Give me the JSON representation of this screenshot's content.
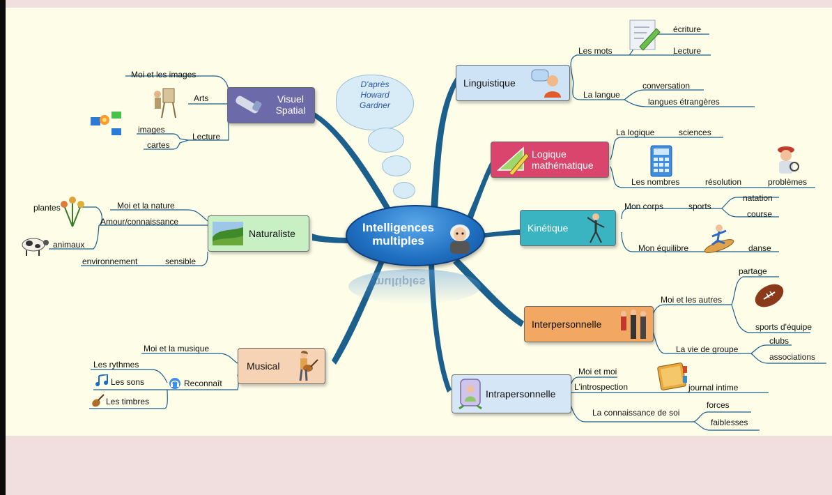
{
  "center": {
    "title_line1": "Intelligences",
    "title_line2": "multiples"
  },
  "thought": {
    "line1": "D'après",
    "line2": "Howard",
    "line3": "Gardner"
  },
  "colors": {
    "visuel": "#6c6aa8",
    "linguistique": "#cfe3f7",
    "logique": "#d9456c",
    "naturaliste": "#c9f0c4",
    "kinetique": "#3ab4c0",
    "interpersonnelle": "#f2a862",
    "musical": "#f6d3b5",
    "intrapersonnelle": "#d5e6f7",
    "branch": "#1b5f8c"
  },
  "branches": {
    "visuel": {
      "title1": "Visuel",
      "title2": "Spatial",
      "subs": {
        "moi_images": "Moi et les images",
        "arts": "Arts",
        "lecture": "Lecture",
        "images": "images",
        "cartes": "cartes"
      }
    },
    "linguistique": {
      "title": "Linguistique",
      "subs": {
        "les_mots": "Les mots",
        "ecriture": "écriture",
        "lecture": "Lecture",
        "la_langue": "La langue",
        "conversation": "conversation",
        "langues": "langues étrangères"
      }
    },
    "logique": {
      "title1": "Logique",
      "title2": "mathématique",
      "subs": {
        "la_logique": "La logique",
        "sciences": "sciences",
        "les_nombres": "Les nombres",
        "resolution": "résolution",
        "problemes": "problèmes"
      }
    },
    "naturaliste": {
      "title": "Naturaliste",
      "subs": {
        "moi_nature": "Moi et la nature",
        "amour": "Amour/connaissance",
        "plantes": "plantes",
        "animaux": "animaux",
        "sensible": "sensible",
        "environnement": "environnement"
      }
    },
    "kinetique": {
      "title": "Kinétique",
      "subs": {
        "mon_corps": "Mon corps",
        "sports": "sports",
        "natation": "natation",
        "course": "course",
        "mon_equilibre": "Mon équilibre",
        "danse": "danse"
      }
    },
    "interpersonnelle": {
      "title": "Interpersonnelle",
      "subs": {
        "moi_autres": "Moi et les autres",
        "partage": "partage",
        "sports_equipe": "sports d'équipe",
        "vie_groupe": "La vie de groupe",
        "clubs": "clubs",
        "associations": "associations"
      }
    },
    "musical": {
      "title": "Musical",
      "subs": {
        "moi_musique": "Moi et la musique",
        "rythmes": "Les rythmes",
        "sons": "Les sons",
        "timbres": "Les timbres",
        "reconnait": "Reconnaît"
      }
    },
    "intrapersonnelle": {
      "title": "Intrapersonnelle",
      "subs": {
        "moi_moi": "Moi et moi",
        "introspection": "L'introspection",
        "journal": "journal intime",
        "connaissance": "La connaissance de soi",
        "forces": "forces",
        "faiblesses": "faiblesses"
      }
    }
  }
}
